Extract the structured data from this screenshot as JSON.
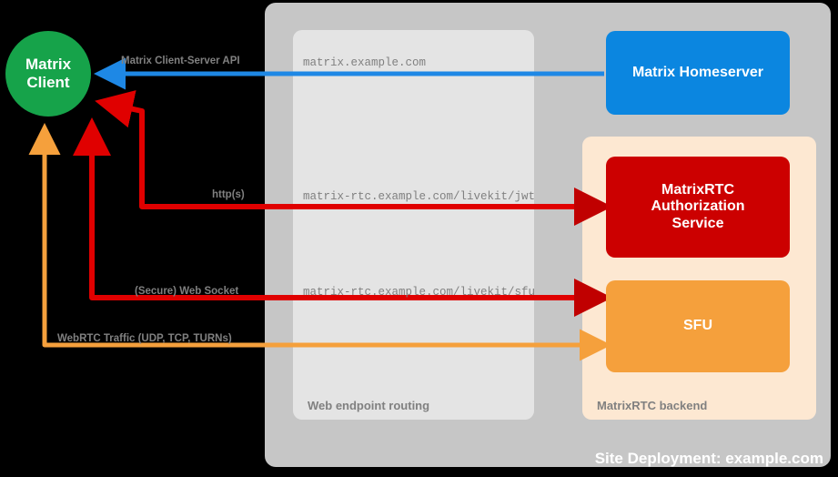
{
  "diagram": {
    "title": "Site Deployment: example.com",
    "colors": {
      "client": "#16a34a",
      "homeserver": "#0b86e0",
      "auth_service": "#cc0000",
      "sfu": "#f5a03c",
      "site_panel": "#c6c6c6",
      "routing_panel": "#e4e4e4",
      "backend_panel": "#fde8d2",
      "label_grey": "#808080",
      "arrow_blue": "#1e88e5",
      "arrow_red": "#e00000",
      "arrow_orange": "#f5a03c"
    }
  },
  "nodes": {
    "client": {
      "line1": "Matrix",
      "line2": "Client"
    },
    "homeserver": {
      "label": "Matrix Homeserver"
    },
    "auth_service": {
      "line1": "MatrixRTC",
      "line2": "Authorization",
      "line3": "Service"
    },
    "sfu": {
      "label": "SFU"
    }
  },
  "panels": {
    "routing": {
      "label": "Web endpoint routing"
    },
    "backend": {
      "label": "MatrixRTC backend"
    },
    "site": {
      "label": "Site Deployment: example.com"
    }
  },
  "edges": [
    {
      "id": "cs-api",
      "protocol_label": "Matrix Client-Server API",
      "endpoint": "matrix.example.com",
      "color": "#1e88e5",
      "direction": "homeserver-to-client"
    },
    {
      "id": "livekit-jwt",
      "protocol_label": "http(s)",
      "endpoint": "matrix-rtc.example.com/livekit/jwt",
      "color": "#e00000",
      "direction": "bidirectional"
    },
    {
      "id": "livekit-sfu",
      "protocol_label": "(Secure) Web Socket",
      "endpoint": "matrix-rtc.example.com/livekit/sfu",
      "color": "#e00000",
      "direction": "bidirectional"
    },
    {
      "id": "webrtc",
      "protocol_label": "WebRTC Traffic (UDP, TCP, TURNs)",
      "endpoint": "",
      "color": "#f5a03c",
      "direction": "bidirectional"
    }
  ]
}
